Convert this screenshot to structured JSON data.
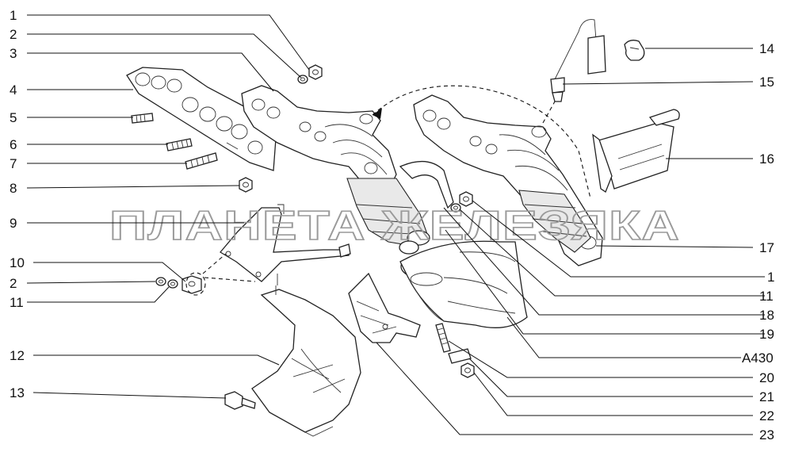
{
  "watermark": "ПЛАНЕТА ЖЕЛЕЗЯКА",
  "callouts_left": [
    {
      "id": "l1",
      "text": "1"
    },
    {
      "id": "l2",
      "text": "2"
    },
    {
      "id": "l3",
      "text": "3"
    },
    {
      "id": "l4",
      "text": "4"
    },
    {
      "id": "l5",
      "text": "5"
    },
    {
      "id": "l6",
      "text": "6"
    },
    {
      "id": "l7",
      "text": "7"
    },
    {
      "id": "l8",
      "text": "8"
    },
    {
      "id": "l9",
      "text": "9"
    },
    {
      "id": "l10",
      "text": "10"
    },
    {
      "id": "l2b",
      "text": "2"
    },
    {
      "id": "l11",
      "text": "11"
    },
    {
      "id": "l12",
      "text": "12"
    },
    {
      "id": "l13",
      "text": "13"
    }
  ],
  "callouts_right": [
    {
      "id": "r14",
      "text": "14"
    },
    {
      "id": "r15",
      "text": "15"
    },
    {
      "id": "r16",
      "text": "16"
    },
    {
      "id": "r17",
      "text": "17"
    },
    {
      "id": "r1",
      "text": "1"
    },
    {
      "id": "r11",
      "text": "11"
    },
    {
      "id": "r18",
      "text": "18"
    },
    {
      "id": "r19",
      "text": "19"
    },
    {
      "id": "rA430",
      "text": "А430"
    },
    {
      "id": "r20",
      "text": "20"
    },
    {
      "id": "r21",
      "text": "21"
    },
    {
      "id": "r22",
      "text": "22"
    },
    {
      "id": "r23",
      "text": "23"
    }
  ]
}
